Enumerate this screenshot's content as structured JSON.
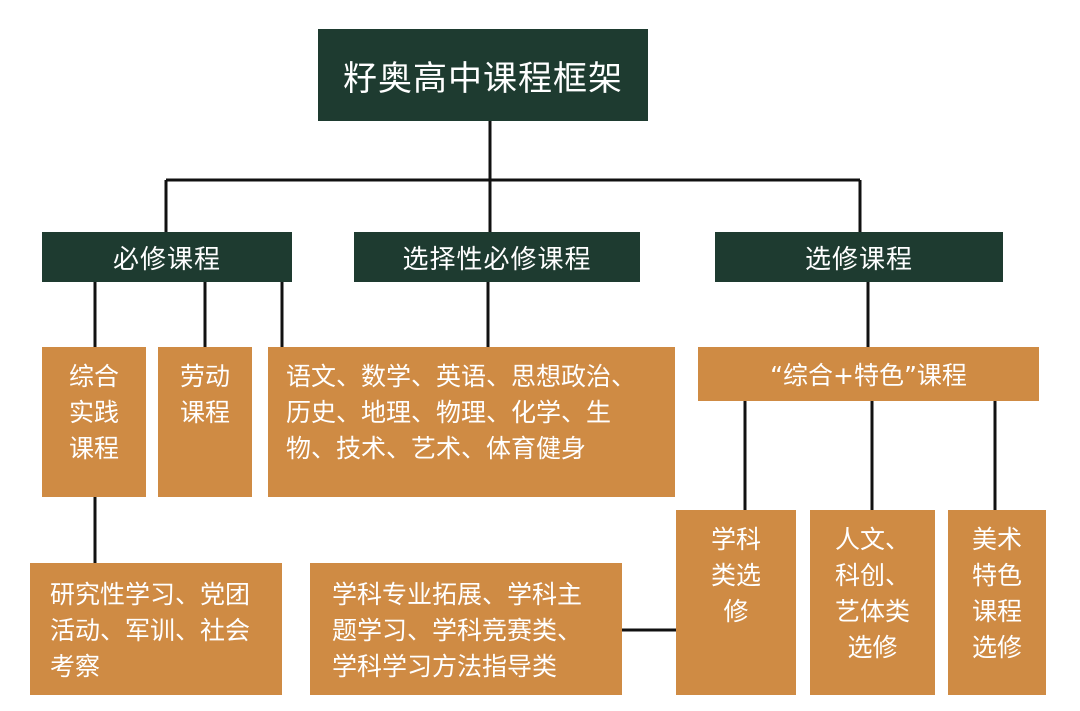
{
  "title": "籽奥高中课程框架",
  "categories": {
    "required": "必修课程",
    "selective_required": "选择性必修课程",
    "elective": "选修课程"
  },
  "required_children": {
    "practice": "综合\n实践\n课程",
    "labor": "劳动\n课程",
    "practice_detail": "研究性学习、党团\n活动、军训、社会\n考察"
  },
  "selective_required_children": {
    "subjects": "语文、数学、英语、思想政治、\n历史、地理、物理、化学、生\n物、技术、艺术、体育健身"
  },
  "elective_children": {
    "comprehensive": "“综合+特色”课程",
    "subject_elective": "学科\n类选\n修",
    "humanities": "人文、\n科创、\n艺体类\n选修",
    "art": "美术\n特色\n课程\n选修",
    "subject_detail": "学科专业拓展、学科主\n题学习、学科竞赛类、\n学科学习方法指导类"
  }
}
